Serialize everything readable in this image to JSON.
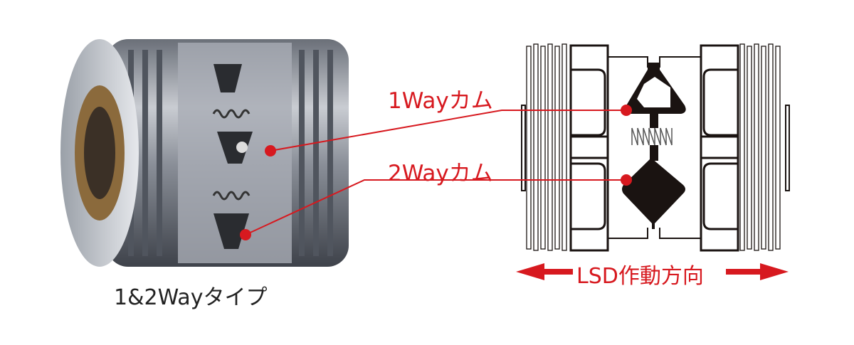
{
  "labels": {
    "one_way_cam": "1Wayカム",
    "two_way_cam": "2Wayカム",
    "lsd_direction": "LSD作動方向",
    "product_caption": "1&2Wayタイプ"
  },
  "colors": {
    "accent_red": "#d7191f",
    "diagram_black": "#1a1311"
  }
}
